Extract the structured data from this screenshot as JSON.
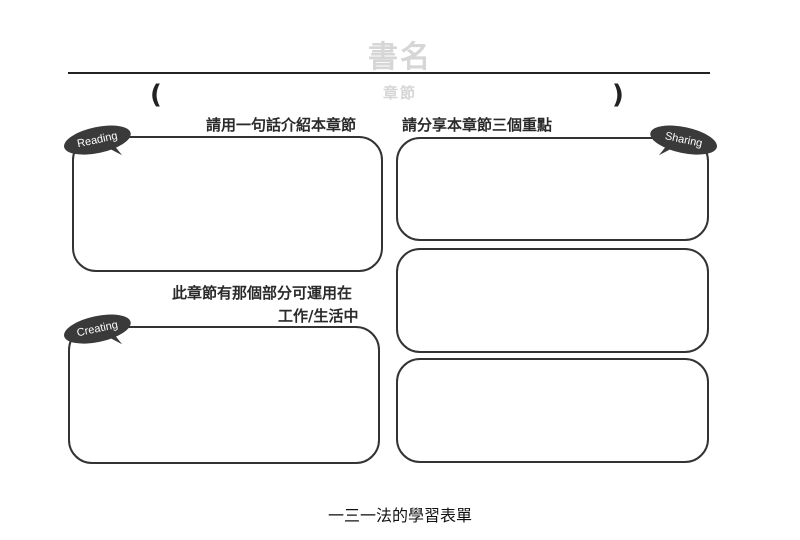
{
  "header": {
    "book_title": "書名",
    "chapter": "章節",
    "paren_open": "(",
    "paren_close": ")"
  },
  "prompts": {
    "intro": "請用一句話介紹本章節",
    "share": "請分享本章節三個重點",
    "apply_line1": "此章節有那個部分可運用在",
    "apply_line2": "工作/生活中"
  },
  "tags": {
    "reading": "Reading",
    "sharing": "Sharing",
    "creating": "Creating"
  },
  "caption": "一三一法的學習表單",
  "colors": {
    "tag_fill": "#3a3a3a",
    "title_gray": "#d6d6d6",
    "border": "#333333"
  }
}
